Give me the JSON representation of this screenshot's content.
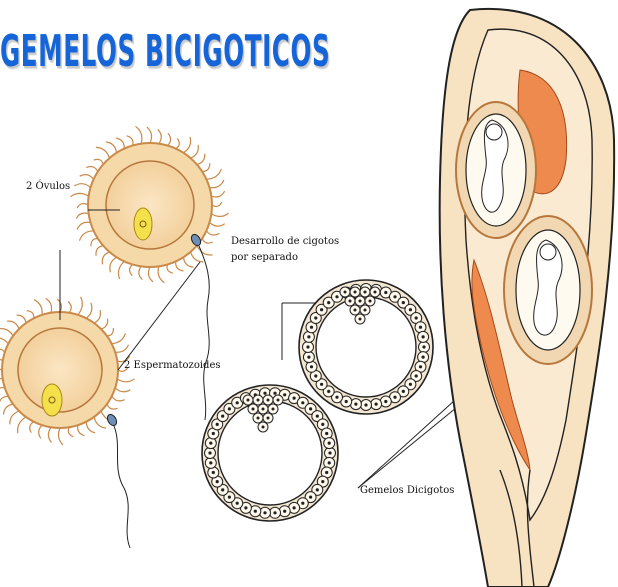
{
  "title": "GEMELOS BICIGOTICOS",
  "labels": {
    "ovulos": "2 Óvulos",
    "espermatozoides": "2 Espermatozoides",
    "desarrollo_line1": "Desarrollo de cigotos",
    "desarrollo_line2": "por separado",
    "gemelos": "Gemelos Dicigotos"
  },
  "colors": {
    "title": "#1565d8",
    "ovum_fill": "#f6d9a8",
    "ovum_ring": "#c98a4a",
    "nucleus": "#f4e04a",
    "uterus_fill": "#f7e2c2",
    "placenta": "#ef8a4e",
    "outline": "#222222"
  }
}
